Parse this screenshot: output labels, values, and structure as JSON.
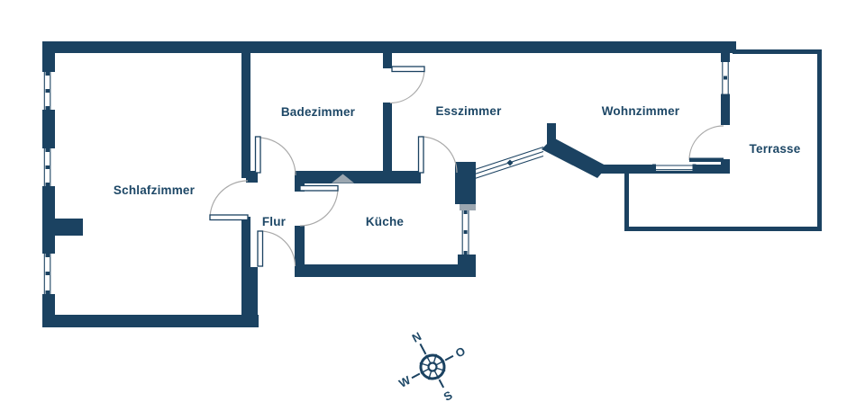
{
  "floor_plan": {
    "rooms": {
      "schlafzimmer": "Schlafzimmer",
      "badezimmer": "Badezimmer",
      "esszimmer": "Esszimmer",
      "wohnzimmer": "Wohnzimmer",
      "terrasse": "Terrasse",
      "flur": "Flur",
      "kueche": "Küche"
    }
  },
  "compass": {
    "north": "N",
    "east": "O",
    "south": "S",
    "west": "W"
  },
  "colors": {
    "wall": "#1b4261",
    "label": "#1d4766",
    "door_arc": "#a9a9a9",
    "gray_accent": "#9ba6b0",
    "bg": "#ffffff"
  }
}
